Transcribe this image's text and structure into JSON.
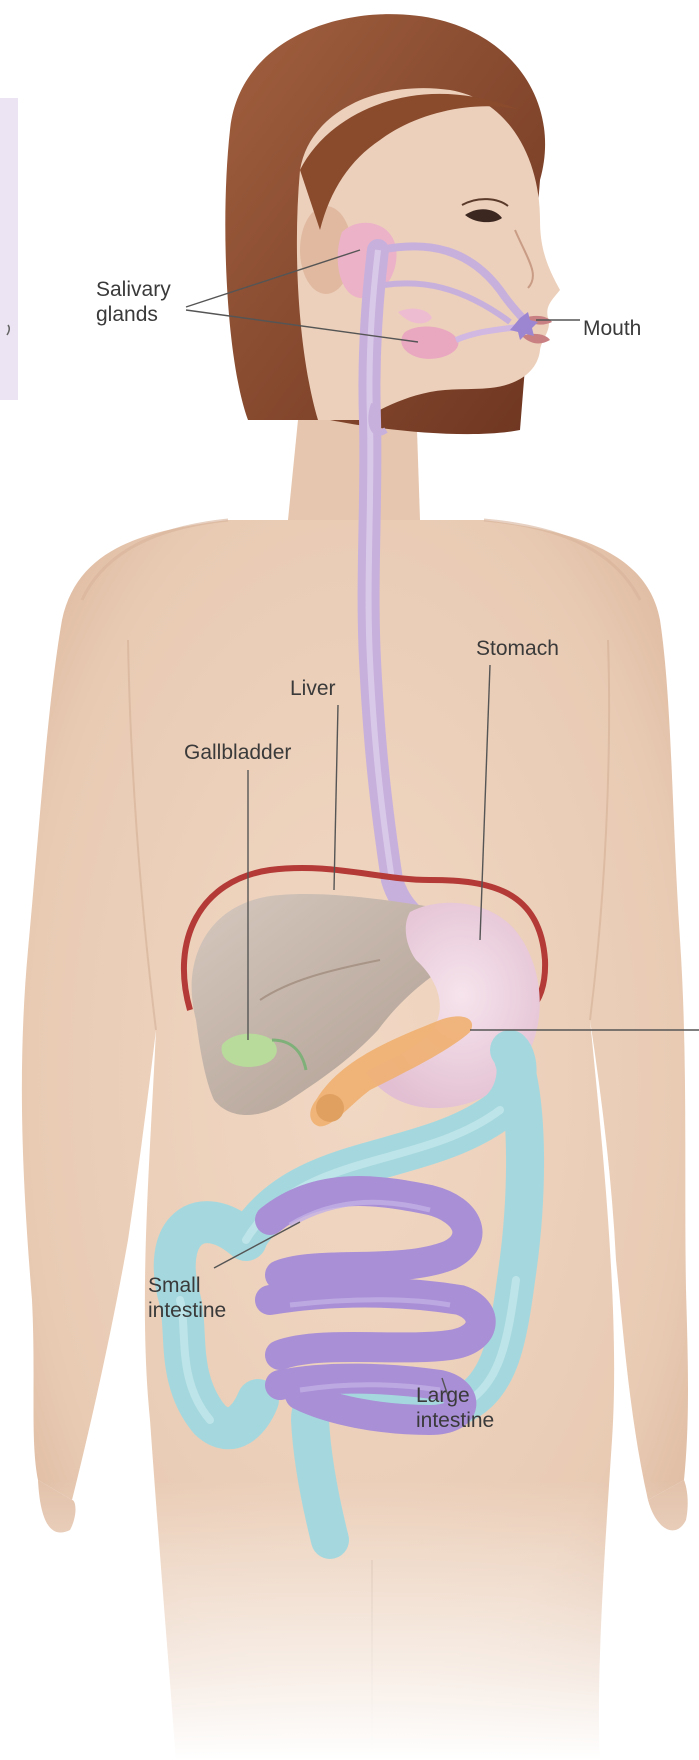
{
  "labels": {
    "salivary_glands": "Salivary\nglands",
    "mouth": "Mouth",
    "stomach": "Stomach",
    "liver": "Liver",
    "gallbladder": "Gallbladder",
    "small_intestine": "Small\nintestine",
    "large_intestine": "Large\nintestine"
  },
  "colors": {
    "skin": "#eccfb9",
    "hair": "#8a4a2c",
    "esophagus": "#c8b0dc",
    "salivary_glands": "#ecb2c8",
    "liver": "#c8b7ab",
    "diaphragm": "#b33a36",
    "stomach": "#ead4e0",
    "gallbladder": "#b8db9c",
    "pancreas": "#f0b070",
    "small_intestine": "#a98fd6",
    "large_intestine": "#a5d8de",
    "side_panel": "#ece4f3",
    "leader_line": "#555555"
  }
}
